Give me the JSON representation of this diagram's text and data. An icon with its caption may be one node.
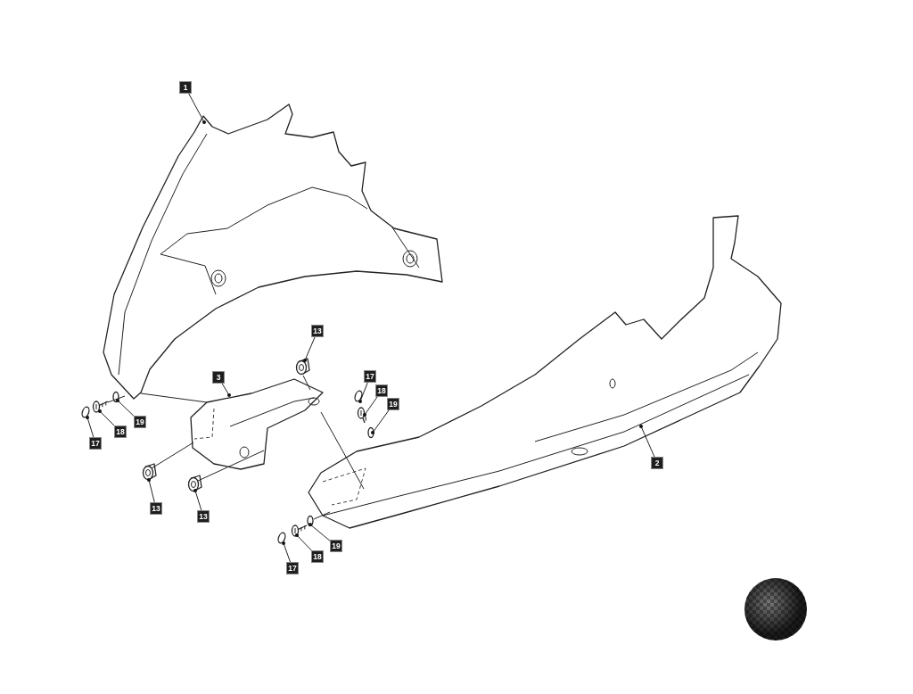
{
  "diagram": {
    "nodes": [
      {
        "text": [
          "1"
        ]
      },
      {
        "text": [],
        "shape": "picture"
      },
      {
        "text": [
          "2"
        ]
      },
      {
        "text": [],
        "shape": "picture"
      },
      {
        "text": [
          "3"
        ]
      },
      {
        "text": [],
        "shape": "picture"
      },
      {
        "text": [
          "13"
        ]
      },
      {
        "text": [],
        "shape": "picture"
      },
      {
        "text": [
          "17"
        ]
      },
      {
        "text": [],
        "shape": "circle"
      },
      {
        "text": [
          "18"
        ]
      },
      {
        "text": [],
        "shape": "picture"
      },
      {
        "text": [
          "19"
        ]
      },
      {
        "text": [],
        "shape": "circle"
      },
      {
        "text": [
          "17"
        ]
      },
      {
        "text": [],
        "shape": "circle"
      },
      {
        "text": [
          "18"
        ]
      },
      {
        "text": [],
        "shape": "picture"
      },
      {
        "text": [
          "19"
        ]
      },
      {
        "text": [],
        "shape": "circle"
      },
      {
        "text": [
          "13"
        ]
      },
      {
        "text": [],
        "shape": "picture"
      },
      {
        "text": [
          "13"
        ]
      },
      {
        "text": [],
        "shape": "picture"
      },
      {
        "text": [
          "17"
        ]
      },
      {
        "text": [],
        "shape": "circle"
      },
      {
        "text": [
          "18"
        ]
      },
      {
        "text": [],
        "shape": "picture"
      },
      {
        "text": [
          "19"
        ]
      },
      {
        "text": [],
        "shape": "circle"
      }
    ],
    "edges": [
      {
        "from": 0,
        "to": 1,
        "arrow": "other"
      },
      {
        "from": 2,
        "to": 3,
        "arrow": "other"
      },
      {
        "from": 4,
        "to": 5,
        "arrow": "other"
      },
      {
        "from": 6,
        "to": 7,
        "arrow": "other"
      },
      {
        "from": 8,
        "to": 9,
        "arrow": "other"
      },
      {
        "from": 10,
        "to": 11,
        "arrow": "other"
      },
      {
        "from": 12,
        "to": 13,
        "arrow": "other"
      },
      {
        "from": 14,
        "to": 15,
        "arrow": "other"
      },
      {
        "from": 16,
        "to": 17,
        "arrow": "other"
      },
      {
        "from": 18,
        "to": 19,
        "arrow": "other"
      },
      {
        "from": 20,
        "to": 21,
        "arrow": "other"
      },
      {
        "from": 22,
        "to": 23,
        "arrow": "other"
      },
      {
        "from": 24,
        "to": 25,
        "arrow": "other"
      },
      {
        "from": 26,
        "to": 27,
        "arrow": "other"
      },
      {
        "from": 28,
        "to": 29,
        "arrow": "other"
      },
      {
        "from": 1,
        "to": 5,
        "arrow": "none"
      },
      {
        "from": 21,
        "to": 5,
        "arrow": "none"
      },
      {
        "from": 23,
        "to": 5,
        "arrow": "none"
      },
      {
        "from": 7,
        "to": 5,
        "arrow": "none"
      },
      {
        "from": 5,
        "to": 3,
        "arrow": "none"
      },
      {
        "from": 17,
        "to": 1,
        "arrow": "none"
      },
      {
        "from": 29,
        "to": 3,
        "arrow": "none"
      }
    ]
  }
}
